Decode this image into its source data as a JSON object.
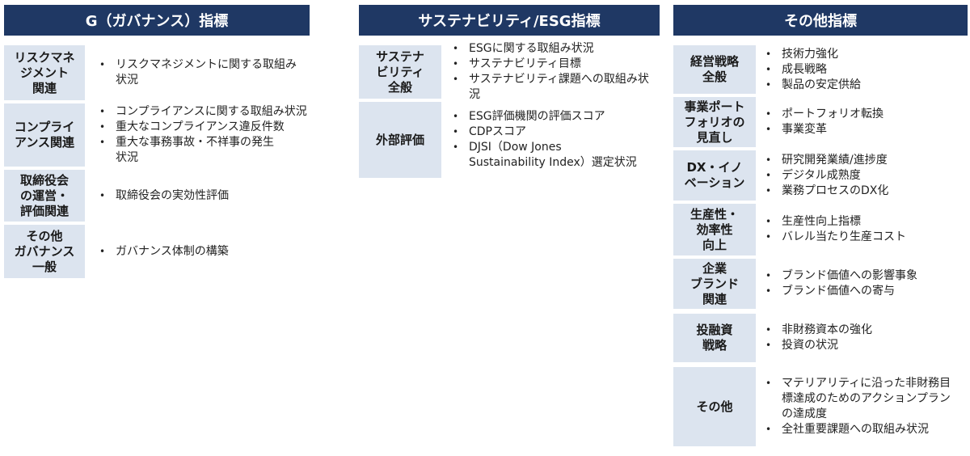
{
  "governance": {
    "title": "G（ガバナンス）指標",
    "rows": [
      {
        "category": "リスクマネ\nジメント\n関連",
        "items": [
          "リスクマネジメントに関する取組み\n状況"
        ]
      },
      {
        "category": "コンプライ\nアンス関連",
        "items": [
          "コンプライアンスに関する取組み状況",
          "重大なコンプライアンス違反件数",
          "重大な事務事故・不祥事の発生\n状況"
        ]
      },
      {
        "category": "取締役会\nの運営・\n評価関連",
        "items": [
          "取締役会の実効性評価"
        ]
      },
      {
        "category": "その他\nガバナンス\n一般",
        "items": [
          "ガバナンス体制の構築"
        ]
      }
    ]
  },
  "sustainability": {
    "title": "サステナビリティ/ESG指標",
    "rows": [
      {
        "category": "サステナ\nビリティ\n全般",
        "items": [
          "ESGに関する取組み状況",
          "サステナビリティ目標",
          "サステナビリティ課題への取組み状況"
        ]
      },
      {
        "category": "外部評価",
        "items": [
          "ESG評価機関の評価スコア",
          "CDPスコア",
          "DJSI（Dow Jones\nSustainability Index）選定状況"
        ]
      }
    ]
  },
  "other": {
    "title": "その他指標",
    "rows": [
      {
        "category": "経営戦略\n全般",
        "items": [
          "技術力強化",
          "成長戦略",
          "製品の安定供給"
        ]
      },
      {
        "category": "事業ポート\nフォリオの\n見直し",
        "items": [
          "ポートフォリオ転換",
          "事業変革"
        ]
      },
      {
        "category": "DX・イノ\nベーション",
        "items": [
          "研究開発業績/進捗度",
          "デジタル成熟度",
          "業務プロセスのDX化"
        ]
      },
      {
        "category": "生産性・\n効率性\n向上",
        "items": [
          "生産性向上指標",
          "バレル当たり生産コスト"
        ]
      },
      {
        "category": "企業\nブランド\n関連",
        "items": [
          "ブランド価値への影響事象",
          "ブランド価値への寄与"
        ]
      },
      {
        "category": "投融資\n戦略",
        "items": [
          "非財務資本の強化",
          "投資の状況"
        ]
      },
      {
        "category": "その他",
        "items": [
          "マテリアリティに沿った非財務目\n標達成のためのアクションプラン\nの達成度",
          "全社重要課題への取組み状況"
        ]
      }
    ]
  }
}
